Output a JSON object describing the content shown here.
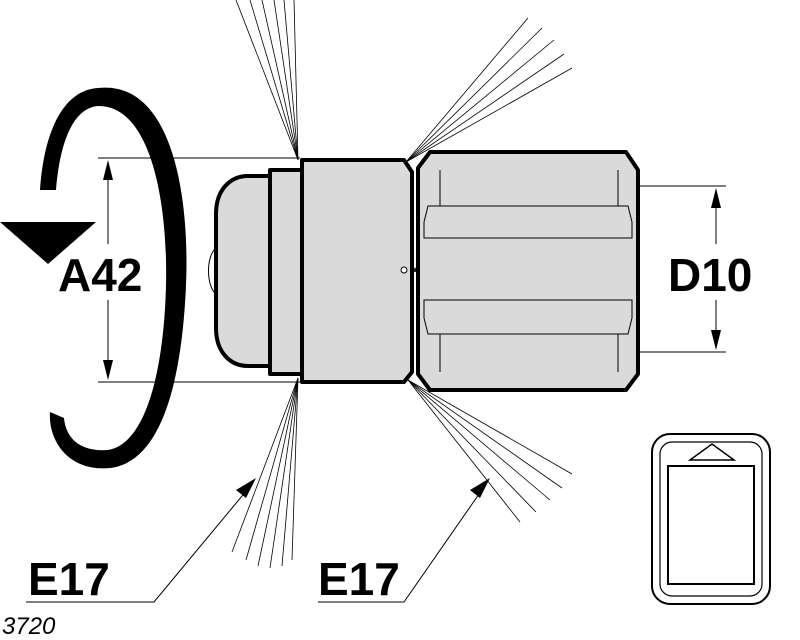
{
  "colors": {
    "stroke": "#000000",
    "body_fill": "#dadada",
    "background": "#ffffff"
  },
  "labels": {
    "a42": "A42",
    "d10": "D10",
    "e17_left": "E17",
    "e17_right": "E17",
    "figure_number": "3720"
  },
  "icons": {
    "rotation": "rotate-counterclockwise-arrow-icon",
    "symbol": "vehicle-key-symbol-icon"
  }
}
